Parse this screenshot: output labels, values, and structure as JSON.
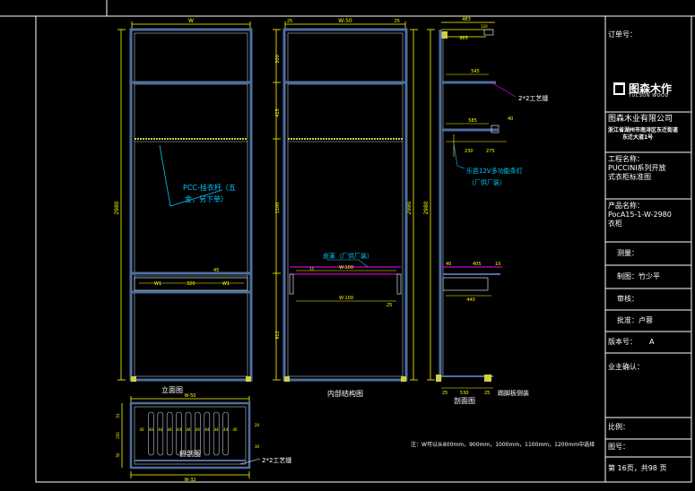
{
  "views": {
    "front": {
      "caption": "立面图",
      "dim_top": "W",
      "dim_height": "2980",
      "rod_note_line1": "PCC-挂衣杆（五",
      "rod_note_line2": "金，另下单）",
      "drawer_dims": [
        "45",
        "W1",
        "320",
        "W1"
      ]
    },
    "internal": {
      "caption": "内部结构图",
      "dim_top": "W-50",
      "dim_top_side": "25",
      "dim_left": [
        "300",
        "415",
        "1100",
        "912",
        "2980"
      ],
      "leather_note": "皮革（厂供厂装）",
      "dim_drawer_front": "W-100",
      "dim_drawer_inner": "W-100",
      "dim_drawer_side": "25",
      "dim_drawer_label": "15"
    },
    "section": {
      "caption": "剖面图",
      "dims_top": [
        "483",
        "120",
        "965"
      ],
      "dims_mid": [
        "545",
        "585",
        "40",
        "230",
        "275"
      ],
      "dims_drawer": [
        "40",
        "405",
        "10",
        "440"
      ],
      "dim_height": "2980",
      "dims_bottom": [
        "25",
        "530",
        "25"
      ],
      "note_process": "2*2工艺缝",
      "note_light_line1": "乐邑12V多功能条灯",
      "note_light_line2": "（厂供厂装）",
      "note_base": "踢脚板侧装"
    },
    "plan": {
      "caption": "俯剖图",
      "dim_top": "W-50",
      "dim_bottom": "W-32",
      "dims_left": [
        "53",
        "350",
        "50"
      ],
      "dims_right": [
        "20",
        "30"
      ],
      "slot_labels": [
        "40",
        "44",
        "44",
        "44",
        "44",
        "44",
        "44",
        "44",
        "44",
        "44",
        "40"
      ],
      "note": "2*2工艺缝"
    }
  },
  "footnote": "注：W可以从800mm，900mm，1000mm，1100mm，1200mm中选择",
  "title_block": {
    "order_no": "订单号：",
    "logo_cn": "图森木作",
    "logo_en": "TUCSON WOOD",
    "company": "图森木业有限公司",
    "address_line1": "浙江省湖州市南浔区东迁街道",
    "address_line2": "东迁大道1号",
    "project_label": "工程名称：",
    "project_line1": "PUCCINI系列开放",
    "project_line2": "式衣柜标准图",
    "product_label": "产品名称：",
    "product_line1": "PocA15-1-W-2980",
    "product_line2": "衣柜",
    "survey": "测量：",
    "drafter": "制图：竹少平",
    "reviewer": "审核：",
    "approver": "批准：卢蓉",
    "version": "版本号：",
    "version_value": "A",
    "owner_confirm": "业主确认：",
    "scale": "比例：",
    "drawing_no": "图号：",
    "page": "第 16页，共98 页"
  },
  "colors": {
    "background": "#000000",
    "frame": "#ffffff",
    "panel": "#4d6fa0",
    "panel_inner": "#b9c6d8",
    "dimension": "#ffff00",
    "note": "#00c8ff",
    "purple": "#ff00ff",
    "accent": "#d0d040"
  }
}
